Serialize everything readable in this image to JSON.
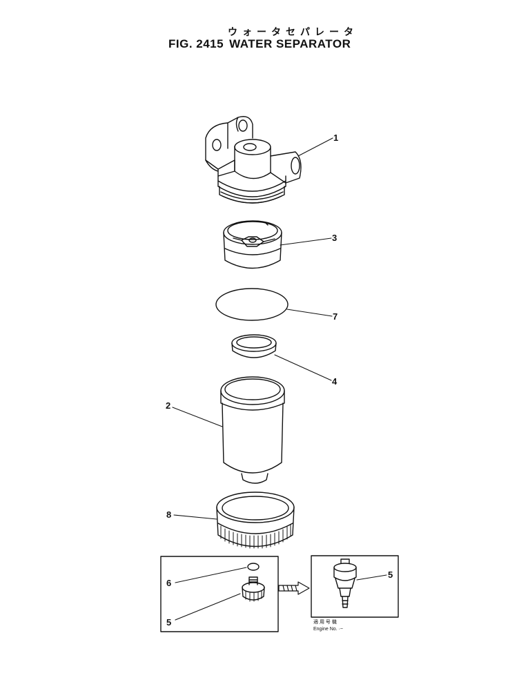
{
  "figure": {
    "title_jp": "ウォータセパレータ",
    "fig_number": "FIG. 2415",
    "title_en": "WATER SEPARATOR"
  },
  "callouts": [
    {
      "id": "c1",
      "label": "1"
    },
    {
      "id": "c3",
      "label": "3"
    },
    {
      "id": "c7",
      "label": "7"
    },
    {
      "id": "c4",
      "label": "4"
    },
    {
      "id": "c2",
      "label": "2"
    },
    {
      "id": "c8",
      "label": "8"
    },
    {
      "id": "c6",
      "label": "6"
    },
    {
      "id": "c5a",
      "label": "5"
    },
    {
      "id": "c5b",
      "label": "5"
    }
  ],
  "engine_note": {
    "line1": "適 用 号 機",
    "line2": "Engine No. ·~"
  }
}
